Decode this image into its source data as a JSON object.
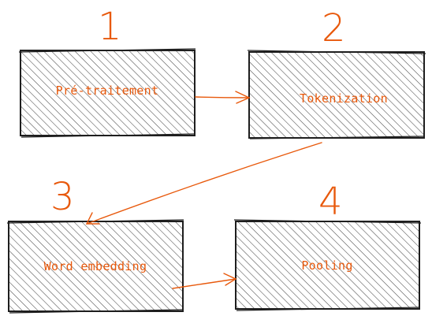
{
  "colors": {
    "accent": "#e8590c",
    "stroke": "#1e1e1e",
    "hatch": "#4a4a4a",
    "background": "#ffffff"
  },
  "steps": [
    {
      "number": "1",
      "label": "Pré-traitement"
    },
    {
      "number": "2",
      "label": "Tokenization"
    },
    {
      "number": "3",
      "label": "Word embedding"
    },
    {
      "number": "4",
      "label": "Pooling"
    }
  ],
  "arrows": [
    {
      "from": "1",
      "to": "2"
    },
    {
      "from": "2",
      "to": "3"
    },
    {
      "from": "3",
      "to": "4"
    }
  ]
}
